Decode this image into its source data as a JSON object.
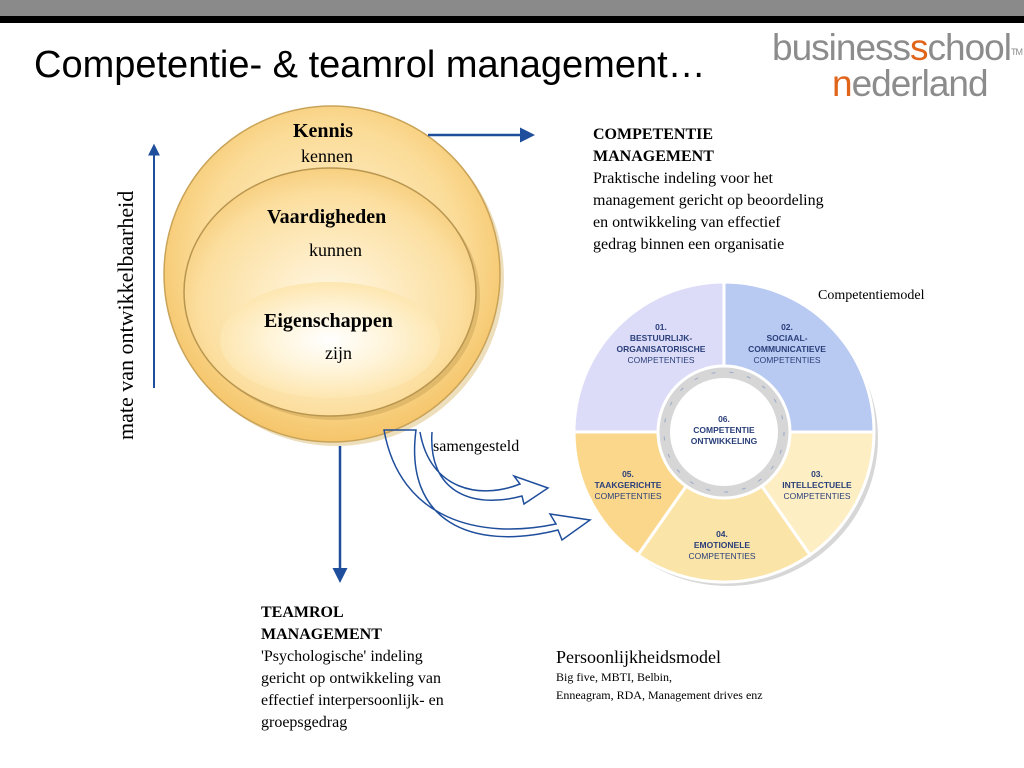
{
  "title": "Competentie- & teamrol management…",
  "logo": {
    "line1_a": "business",
    "line1_b": "s",
    "line1_c": "chool",
    "tm": "TM",
    "line2_a": "n",
    "line2_b": "ederland"
  },
  "axis_label": "mate van ontwikkelbaarheid",
  "circles": {
    "outer": {
      "title": "Kennis",
      "sub": "kennen"
    },
    "middle": {
      "title": "Vaardigheden",
      "sub": "kunnen"
    },
    "inner": {
      "title": "Eigenschappen",
      "sub": "zijn"
    }
  },
  "competentie": {
    "title1": "COMPETENTIE",
    "title2": "MANAGEMENT",
    "lines": [
      "Praktische indeling voor het",
      "management gericht op beoordeling",
      "en ontwikkeling van effectief",
      "gedrag binnen een organisatie"
    ]
  },
  "model_label": "Competentiemodel",
  "samengesteld": "samengesteld",
  "wheel": {
    "s1": [
      "01.",
      "BESTUURLIJK-",
      "ORGANISATORISCHE",
      "COMPETENTIES"
    ],
    "s2": [
      "02.",
      "SOCIAAL-",
      "COMMUNICATIEVE",
      "COMPETENTIES"
    ],
    "s3": [
      "03.",
      "INTELLECTUELE",
      "COMPETENTIES"
    ],
    "s4": [
      "04.",
      "EMOTIONELE",
      "COMPETENTIES"
    ],
    "s5": [
      "05.",
      "TAAKGERICHTE",
      "COMPETENTIES"
    ],
    "center": [
      "06.",
      "COMPETENTIE",
      "ONTWIKKELING"
    ]
  },
  "teamrol": {
    "title1": "TEAMROL",
    "title2": "MANAGEMENT",
    "lines": [
      "'Psychologische' indeling",
      "gericht op ontwikkeling van",
      "effectief interpersoonlijk- en",
      "groepsgedrag"
    ]
  },
  "persoonlijkheid": {
    "title": "Persoonlijkheidsmodel",
    "line1": "Big five, MBTI, Belbin,",
    "line2": "Enneagram, RDA, Management drives  enz"
  },
  "colors": {
    "arrow": "#1f4e9c",
    "orange": "#e0651b",
    "circle_fill": "#fbd88f",
    "s1": "#d9d9f7",
    "s2": "#b8c9f2",
    "s3": "#fdeec4",
    "s4": "#fbe4a8",
    "s5": "#fbd78c"
  }
}
